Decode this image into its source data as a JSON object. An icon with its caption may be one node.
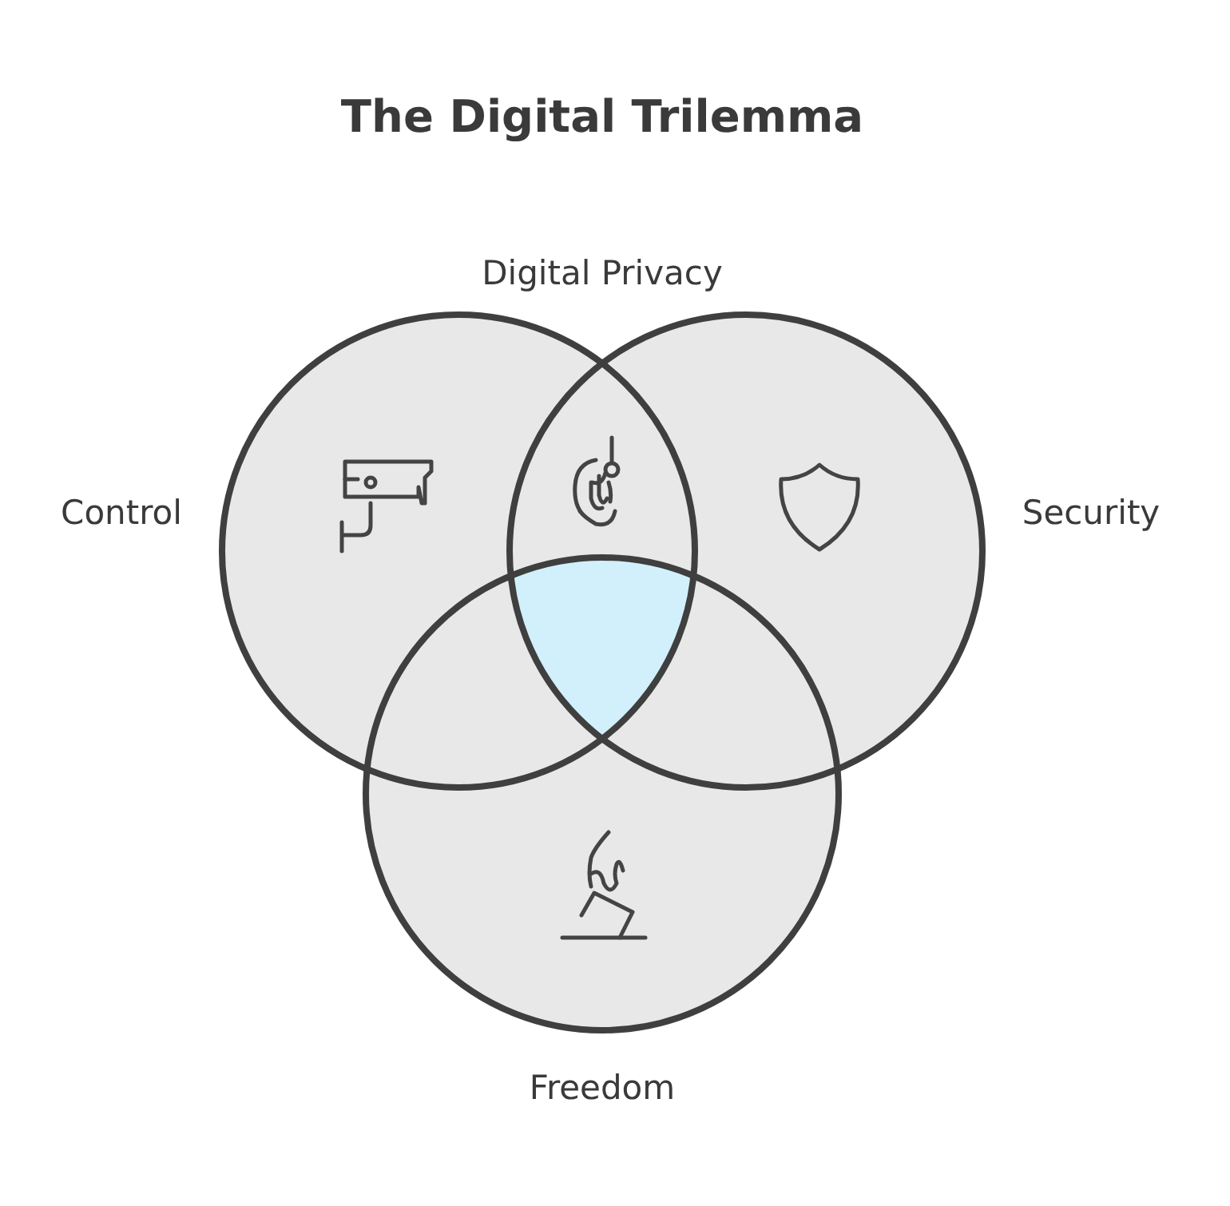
{
  "diagram": {
    "title": "The Digital Trilemma",
    "nodes": [
      {
        "text": [
          "Control"
        ]
      },
      {
        "text": [
          "Security"
        ]
      },
      {
        "text": [
          "Freedom"
        ]
      }
    ],
    "labels": [
      "Digital Privacy"
    ]
  }
}
